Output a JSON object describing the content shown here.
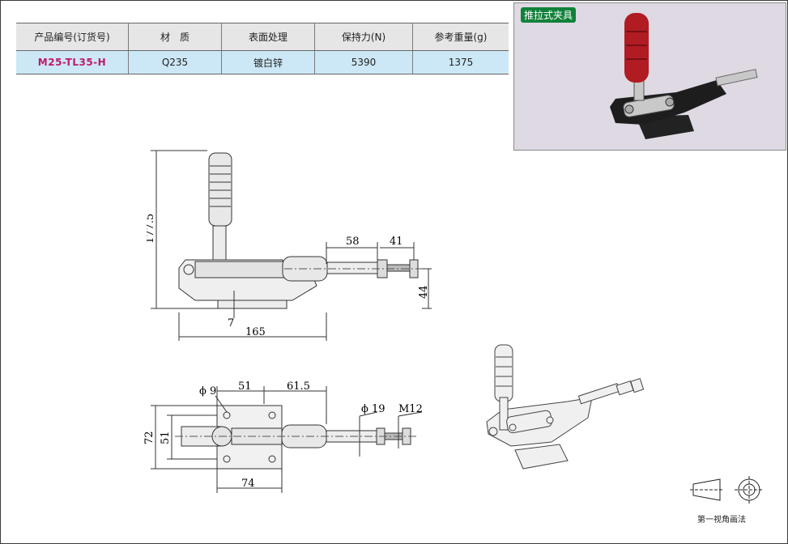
{
  "spec_table": {
    "headers": [
      "产品编号(订货号)",
      "材　质",
      "表面处理",
      "保持力(N)",
      "参考重量(g)"
    ],
    "row": [
      "M25-TL35-H",
      "Q235",
      "镀白锌",
      "5390",
      "1375"
    ]
  },
  "photo": {
    "label": "推拉式夹具"
  },
  "side_view_dims": {
    "height": "177.5",
    "stroke": "58",
    "thread_len": "41",
    "base_h": "44",
    "base_t": "7",
    "length": "165"
  },
  "top_view_dims": {
    "hole": "ϕ 9",
    "a": "51",
    "b": "61.5",
    "rod": "ϕ 19",
    "thread": "M12",
    "width_outer": "72",
    "width_inner": "51",
    "base_w": "74"
  },
  "projection": {
    "caption": "第一视角画法"
  },
  "colors": {
    "table_header": "#e6e6e6",
    "table_row": "#cce8f6",
    "model_text": "#c0186a",
    "label_bg": "#11813a",
    "photo_bg": "#ded9e3",
    "handle_red": "#b01c22"
  }
}
